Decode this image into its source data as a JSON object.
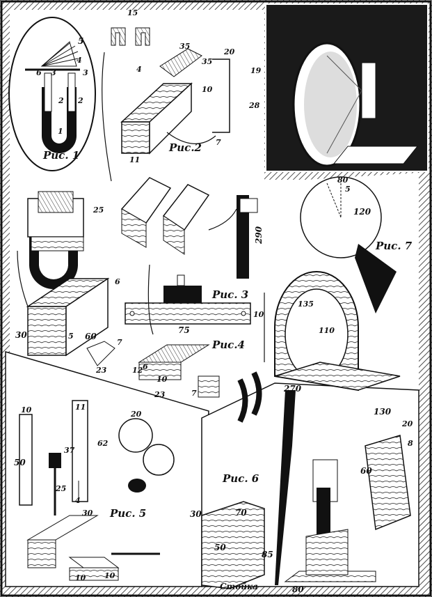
{
  "figures": {
    "fig1": {
      "caption": "Рис. 1",
      "parts": [
        "1",
        "2",
        "2",
        "3",
        "3",
        "4",
        "5",
        "6"
      ]
    },
    "fig2": {
      "caption": "Рис.2",
      "dims": [
        "15",
        "35",
        "35",
        "4",
        "10",
        "20",
        "19",
        "28",
        "11",
        "7"
      ]
    },
    "fig3": {
      "caption": "Рис. 3",
      "dims": [
        "25",
        "6",
        "30",
        "60",
        "5",
        "7",
        "23",
        "75",
        "10"
      ]
    },
    "fig4": {
      "caption": "Рис.4",
      "dims": [
        "12",
        "6",
        "10",
        "23",
        "7"
      ]
    },
    "fig5": {
      "caption": "Рис. 5",
      "dims": [
        "10",
        "50",
        "11",
        "37",
        "62",
        "25",
        "4",
        "20",
        "30",
        "10",
        "10"
      ]
    },
    "fig6": {
      "caption": "Рис. 6",
      "dims": [
        "290",
        "270",
        "130",
        "20",
        "8",
        "60",
        "30",
        "70",
        "50",
        "85",
        "80"
      ],
      "stand_label": "Стойка"
    },
    "fig7": {
      "caption": "Рис. 7",
      "dims": [
        "80",
        "5",
        "120",
        "135",
        "110"
      ]
    }
  },
  "colors": {
    "ink": "#111111",
    "paper": "#ffffff",
    "panel": "#1a1a1a"
  }
}
